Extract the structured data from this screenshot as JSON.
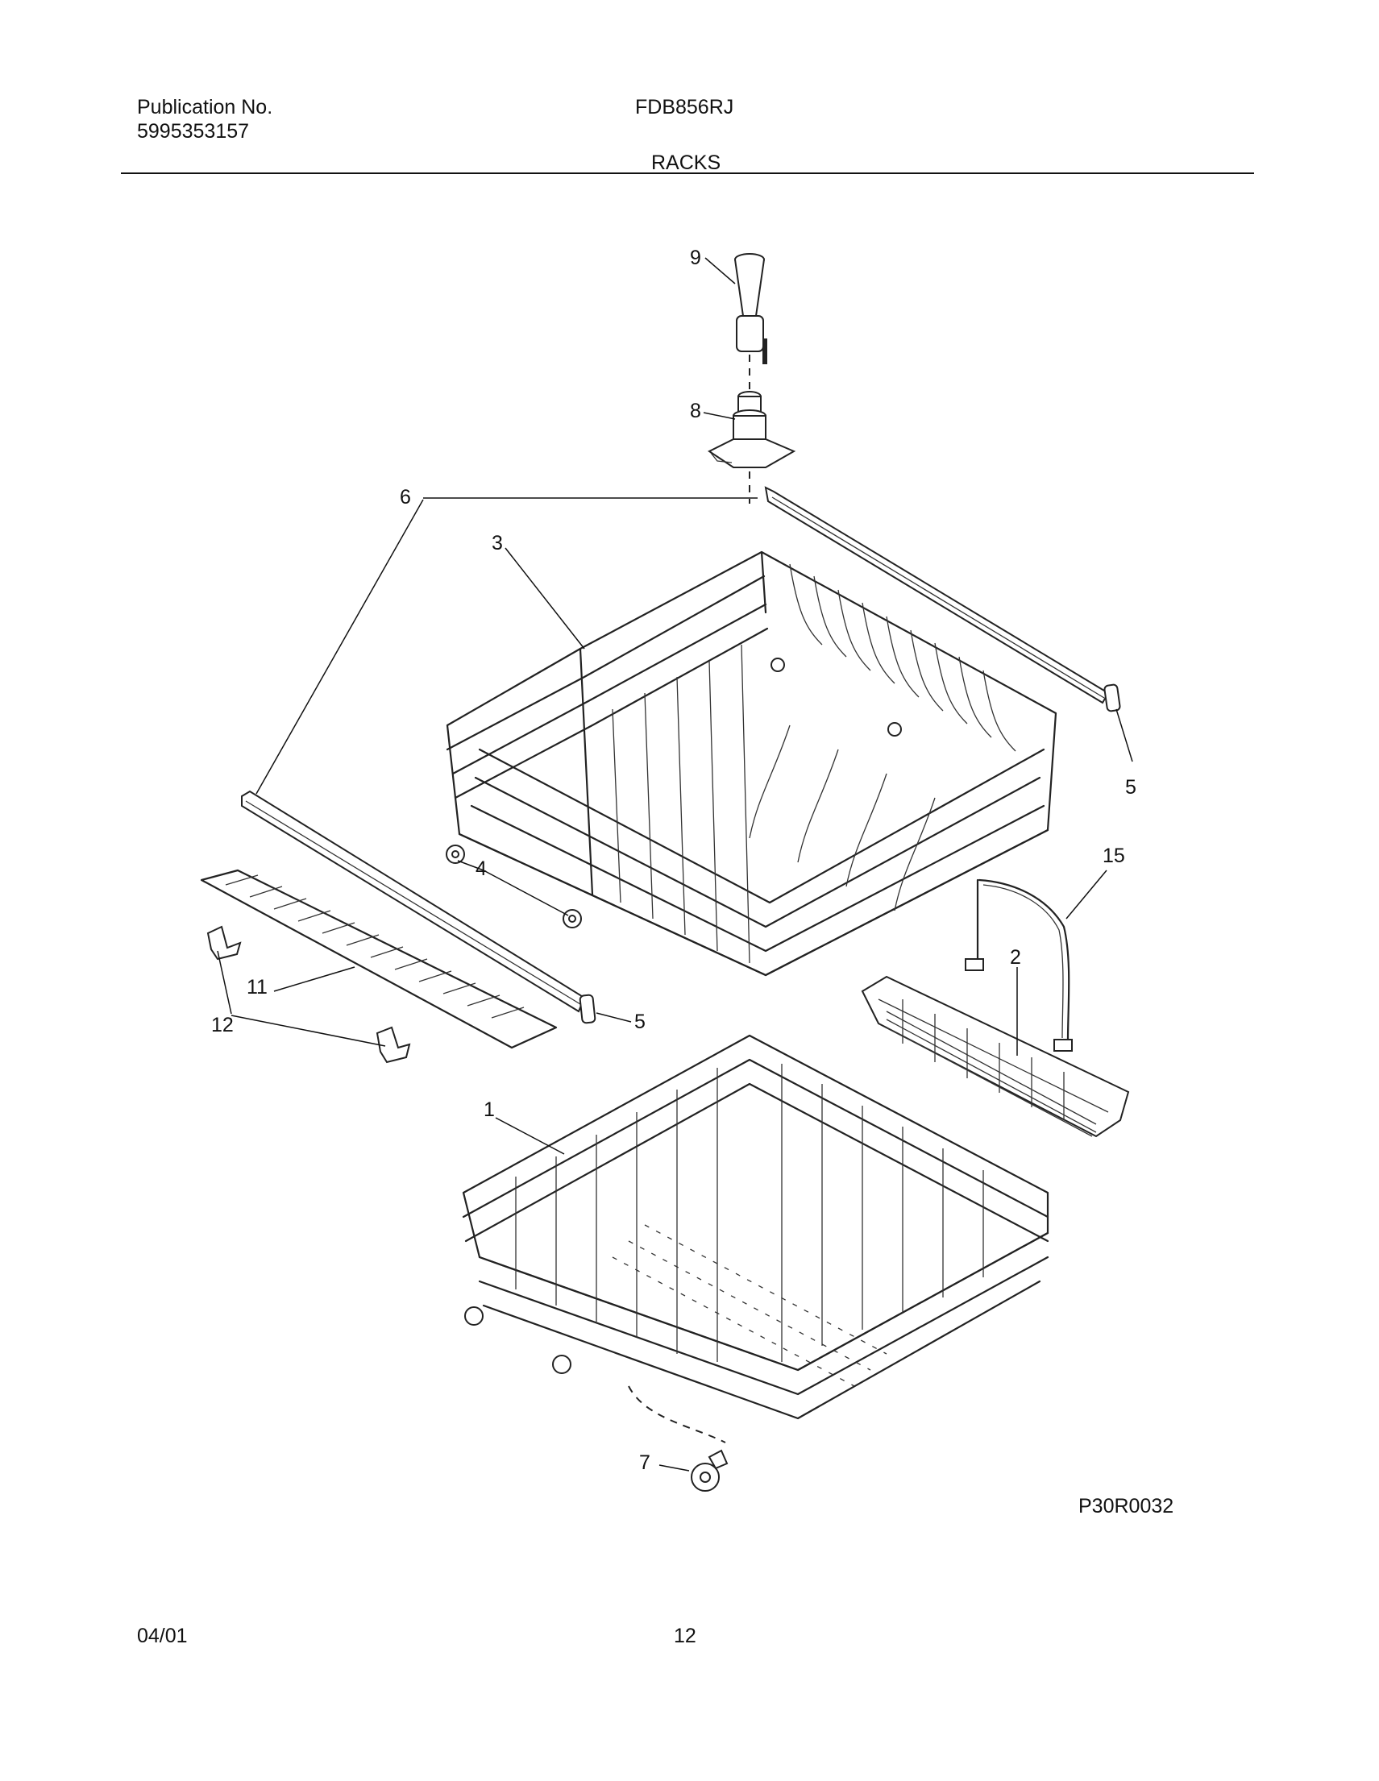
{
  "header": {
    "publication_label": "Publication No.",
    "publication_number": "5995353157",
    "model": "FDB856RJ",
    "section": "RACKS"
  },
  "diagram": {
    "callouts": {
      "c1": "1",
      "c2": "2",
      "c3": "3",
      "c4": "4",
      "c5a": "5",
      "c5b": "5",
      "c6": "6",
      "c7": "7",
      "c8": "8",
      "c9": "9",
      "c11": "11",
      "c12": "12",
      "c15": "15"
    },
    "drawing_code": "P30R0032"
  },
  "footer": {
    "date": "04/01",
    "page": "12"
  }
}
